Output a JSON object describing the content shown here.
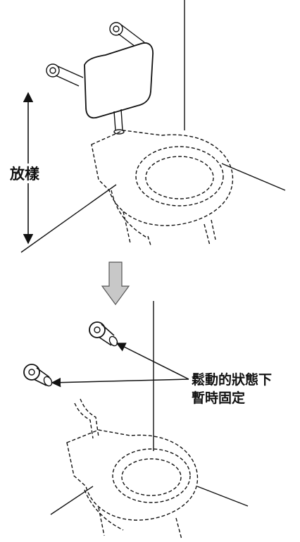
{
  "labels": {
    "height_label": "放樣",
    "callout_line1": "鬆動的狀態下",
    "callout_line2": "暫時固定"
  },
  "colors": {
    "line": "#111111",
    "arrow_fill": "#c8c8c8"
  }
}
